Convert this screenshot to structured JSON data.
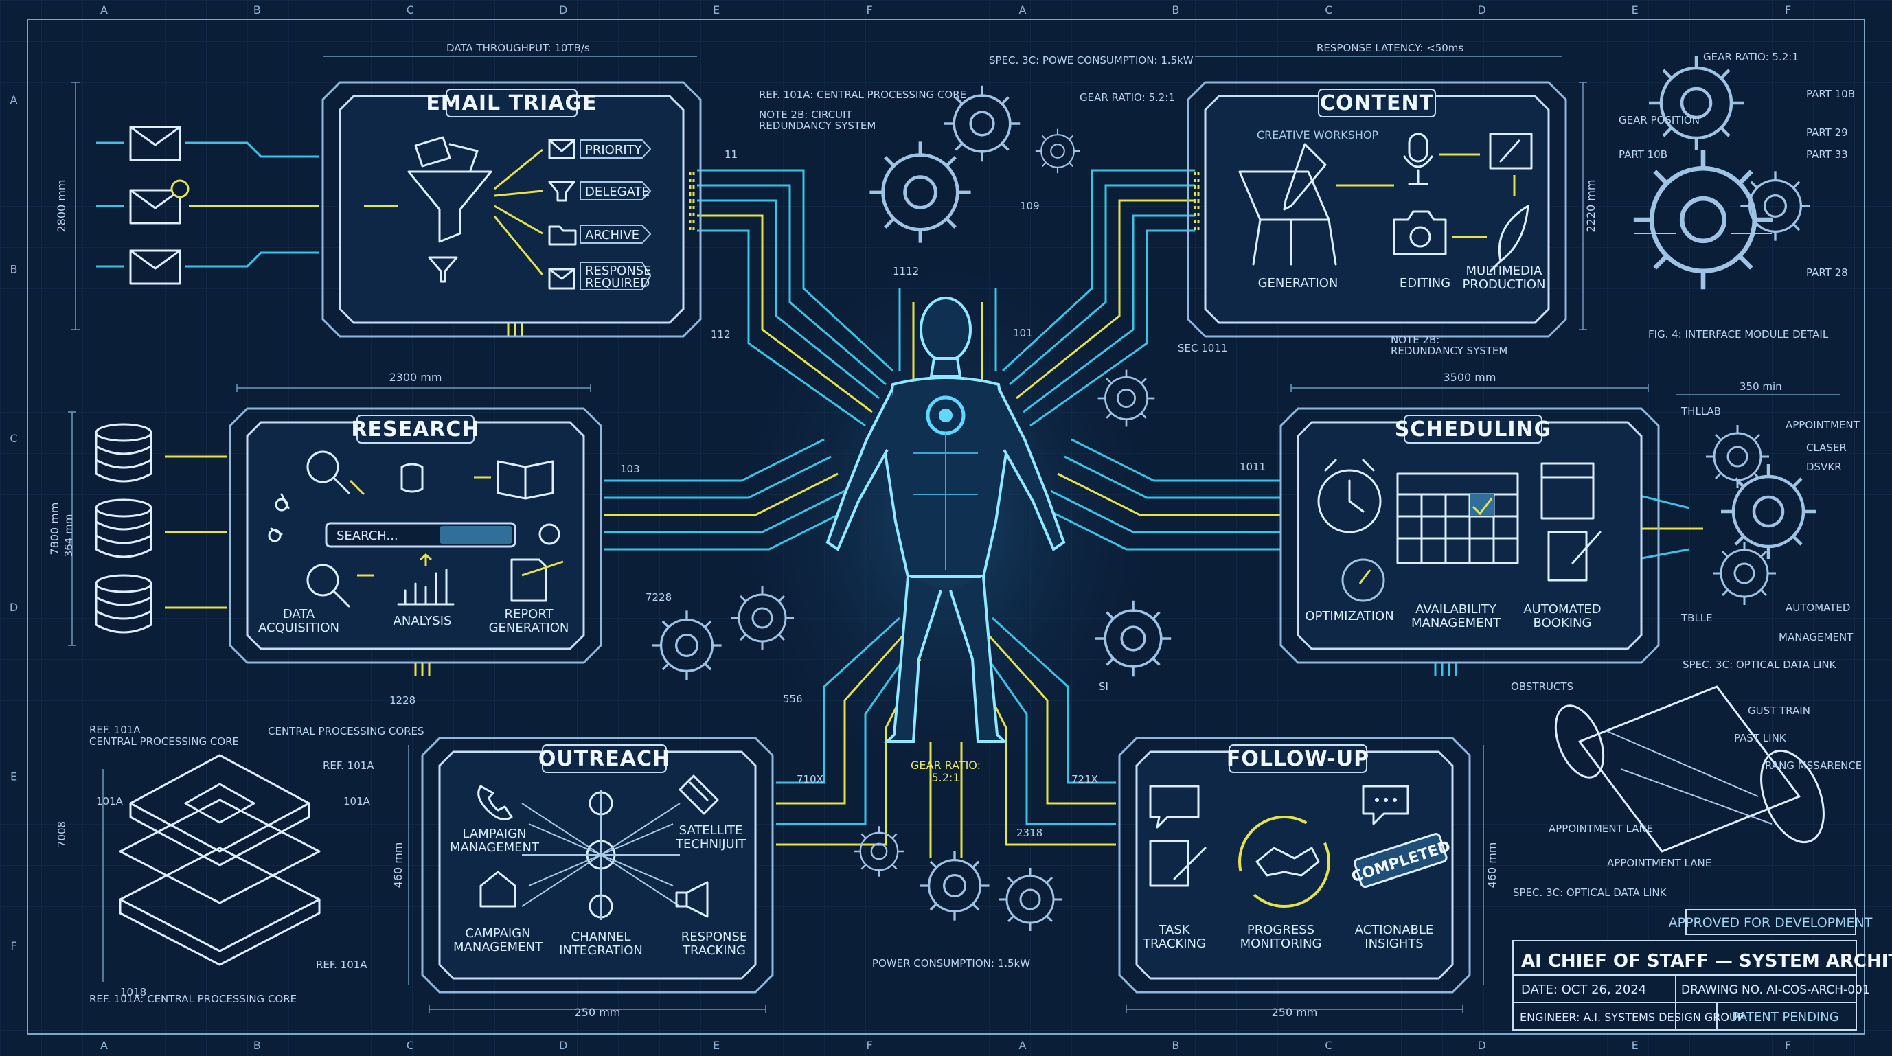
{
  "title_block": {
    "title": "AI CHIEF OF STAFF — SYSTEM ARCHITECTURE",
    "date": "DATE: OCT 26, 2024",
    "drawing_no": "DRAWING NO. AI-COS-ARCH-001",
    "engineer": "ENGINEER: A.I. SYSTEMS DESIGN GROUP",
    "patent": "PATENT PENDING",
    "approved": "APPROVED FOR DEVELOPMENT"
  },
  "grid_labels": {
    "top": [
      "A",
      "B",
      "C",
      "D",
      "E",
      "F",
      "A",
      "B",
      "C",
      "D",
      "E",
      "F"
    ],
    "bottom": [
      "A",
      "B",
      "C",
      "D",
      "E",
      "F",
      "A",
      "B",
      "C",
      "D",
      "E",
      "F"
    ],
    "left": [
      "A",
      "B",
      "C",
      "D",
      "E",
      "F"
    ]
  },
  "modules": {
    "email": {
      "title": "EMAIL TRIAGE",
      "items": [
        "PRIORITY",
        "DELEGATE",
        "ARCHIVE",
        "RESPONSE",
        "REQUIRED"
      ],
      "dimension": "DATA THROUGHPUT: 10TB/s",
      "side_dim": "2800 mm"
    },
    "content": {
      "title": "CONTENT",
      "items": [
        "GENERATION",
        "EDITING",
        "MULTIMEDIA",
        "PRODUCTION"
      ],
      "tag": "CREATIVE WORKSHOP",
      "dimension": "RESPONSE LATENCY: <50ms",
      "side_dim": "2220 mm"
    },
    "research": {
      "title": "RESEARCH",
      "search": "SEARCH...",
      "items": [
        "DATA",
        "ACQUISITION",
        "ANALYSIS",
        "REPORT",
        "GENERATION"
      ],
      "dimension": "2300 mm",
      "side_dim": "7800 mm"
    },
    "scheduling": {
      "title": "SCHEDULING",
      "items": [
        "OPTIMIZATION",
        "AVAILABILITY",
        "MANAGEMENT",
        "AUTOMATED",
        "BOOKING"
      ],
      "dimension": "3500 mm"
    },
    "outreach": {
      "title": "OUTREACH",
      "items": [
        "LAMPAIGN",
        "MANAGEMENT",
        "SATELLITE",
        "TECHNIJUIT",
        "CAMPAIGN",
        "MANAGEMENT",
        "CHANNEL",
        "INTEGRATION",
        "RESPONSE",
        "TRACKING"
      ],
      "dimension": "250 mm",
      "side_dim": "460 mm"
    },
    "followup": {
      "title": "FOLLOW-UP",
      "items": [
        "TASK",
        "TRACKING",
        "PROGRESS",
        "MONITORING",
        "ACTIONABLE",
        "INSIGHTS"
      ],
      "stamp": "COMPLETED",
      "dimension": "250 mm",
      "side_dim": "460 mm"
    }
  },
  "annotations": {
    "ref_101a": "REF. 101A: CENTRAL PROCESSING CORE",
    "note_2b": "NOTE 2B: CIRCUIT",
    "note_2b_2": "REDUNDANCY SYSTEM",
    "spec_3c": "SPEC. 3C: POWE CONSUMPTION: 1.5kW",
    "gear_ratio": "GEAR RATIO: 5.2:1",
    "gear_ratio_center": "GEAR RATIO:",
    "gear_ratio_center_val": "5.2:1",
    "power": "POWER CONSUMPTION: 1.5kW",
    "note_2b_right": "NOTE 2B:",
    "note_2b_right_2": "REDUNDANCY SYSTEM",
    "sec_1011": "SEC 1011",
    "fig4": "FIG. 4: INTERFACE MODULE DETAIL",
    "fig_gear_ratio": "GEAR RATIO: 5.2:1",
    "gear_position": "GEAR POSITION",
    "part_10b": "PART 10B",
    "part_29": "PART 29",
    "part_33": "PART 33",
    "part_10b_l": "PART 10B",
    "part_28": "PART 28",
    "dim_350": "350 min",
    "appointment": "APPOINTMENT",
    "classer": "CLASER",
    "dsvkr": "DSVKR",
    "thlab": "THLLAB",
    "tblle": "TBLLE",
    "automated": "AUTOMATED",
    "management_r": "MANAGEMENT",
    "spec_optical": "SPEC. 3C: OPTICAL DATA LINK",
    "spec_optical_2": "SPEC. 3C: OPTICAL DATA LINK",
    "obstructs": "OBSTRUCTS",
    "gust_train": "GUST TRAIN",
    "past_link": "PAST LINK",
    "rang": "RANG MSSARENCE",
    "appt_lane": "APPOINTMENT LANE",
    "appt_lane_2": "APPOINTMENT LANE",
    "ref_101a_core_cores": "CENTRAL PROCESSING CORES",
    "ref_101a_short": "REF. 101A",
    "ref_101a_short_2": "REF. 101A",
    "ref_101a_top": "REF. 101A",
    "ref_101a_top_2": "CENTRAL PROCESSING CORE",
    "lbl_101a": "101A",
    "lbl_101a_2": "101A",
    "lbl_1018": "1018",
    "lbl_7008": "7008",
    "lbl_11": "11",
    "lbl_109": "109",
    "lbl_1112": "1112",
    "lbl_112": "112",
    "lbl_101": "101",
    "lbl_103": "103",
    "lbl_1011": "1011",
    "lbl_7228": "7228",
    "lbl_1228": "1228",
    "lbl_556": "556",
    "lbl_710x": "710X",
    "lbl_721x": "721X",
    "lbl_2318": "2318",
    "lbl_si": "SI",
    "lbl_364": "364 mm",
    "bottom_ref": "REF. 101A: CENTRAL PROCESSING CORE",
    "dim_460": "460 mm"
  },
  "colors": {
    "background": "#0b1e38",
    "cyan_wire": "#39c3e6",
    "yellow_wire": "#e6e24a",
    "frame": "#c7def4"
  }
}
